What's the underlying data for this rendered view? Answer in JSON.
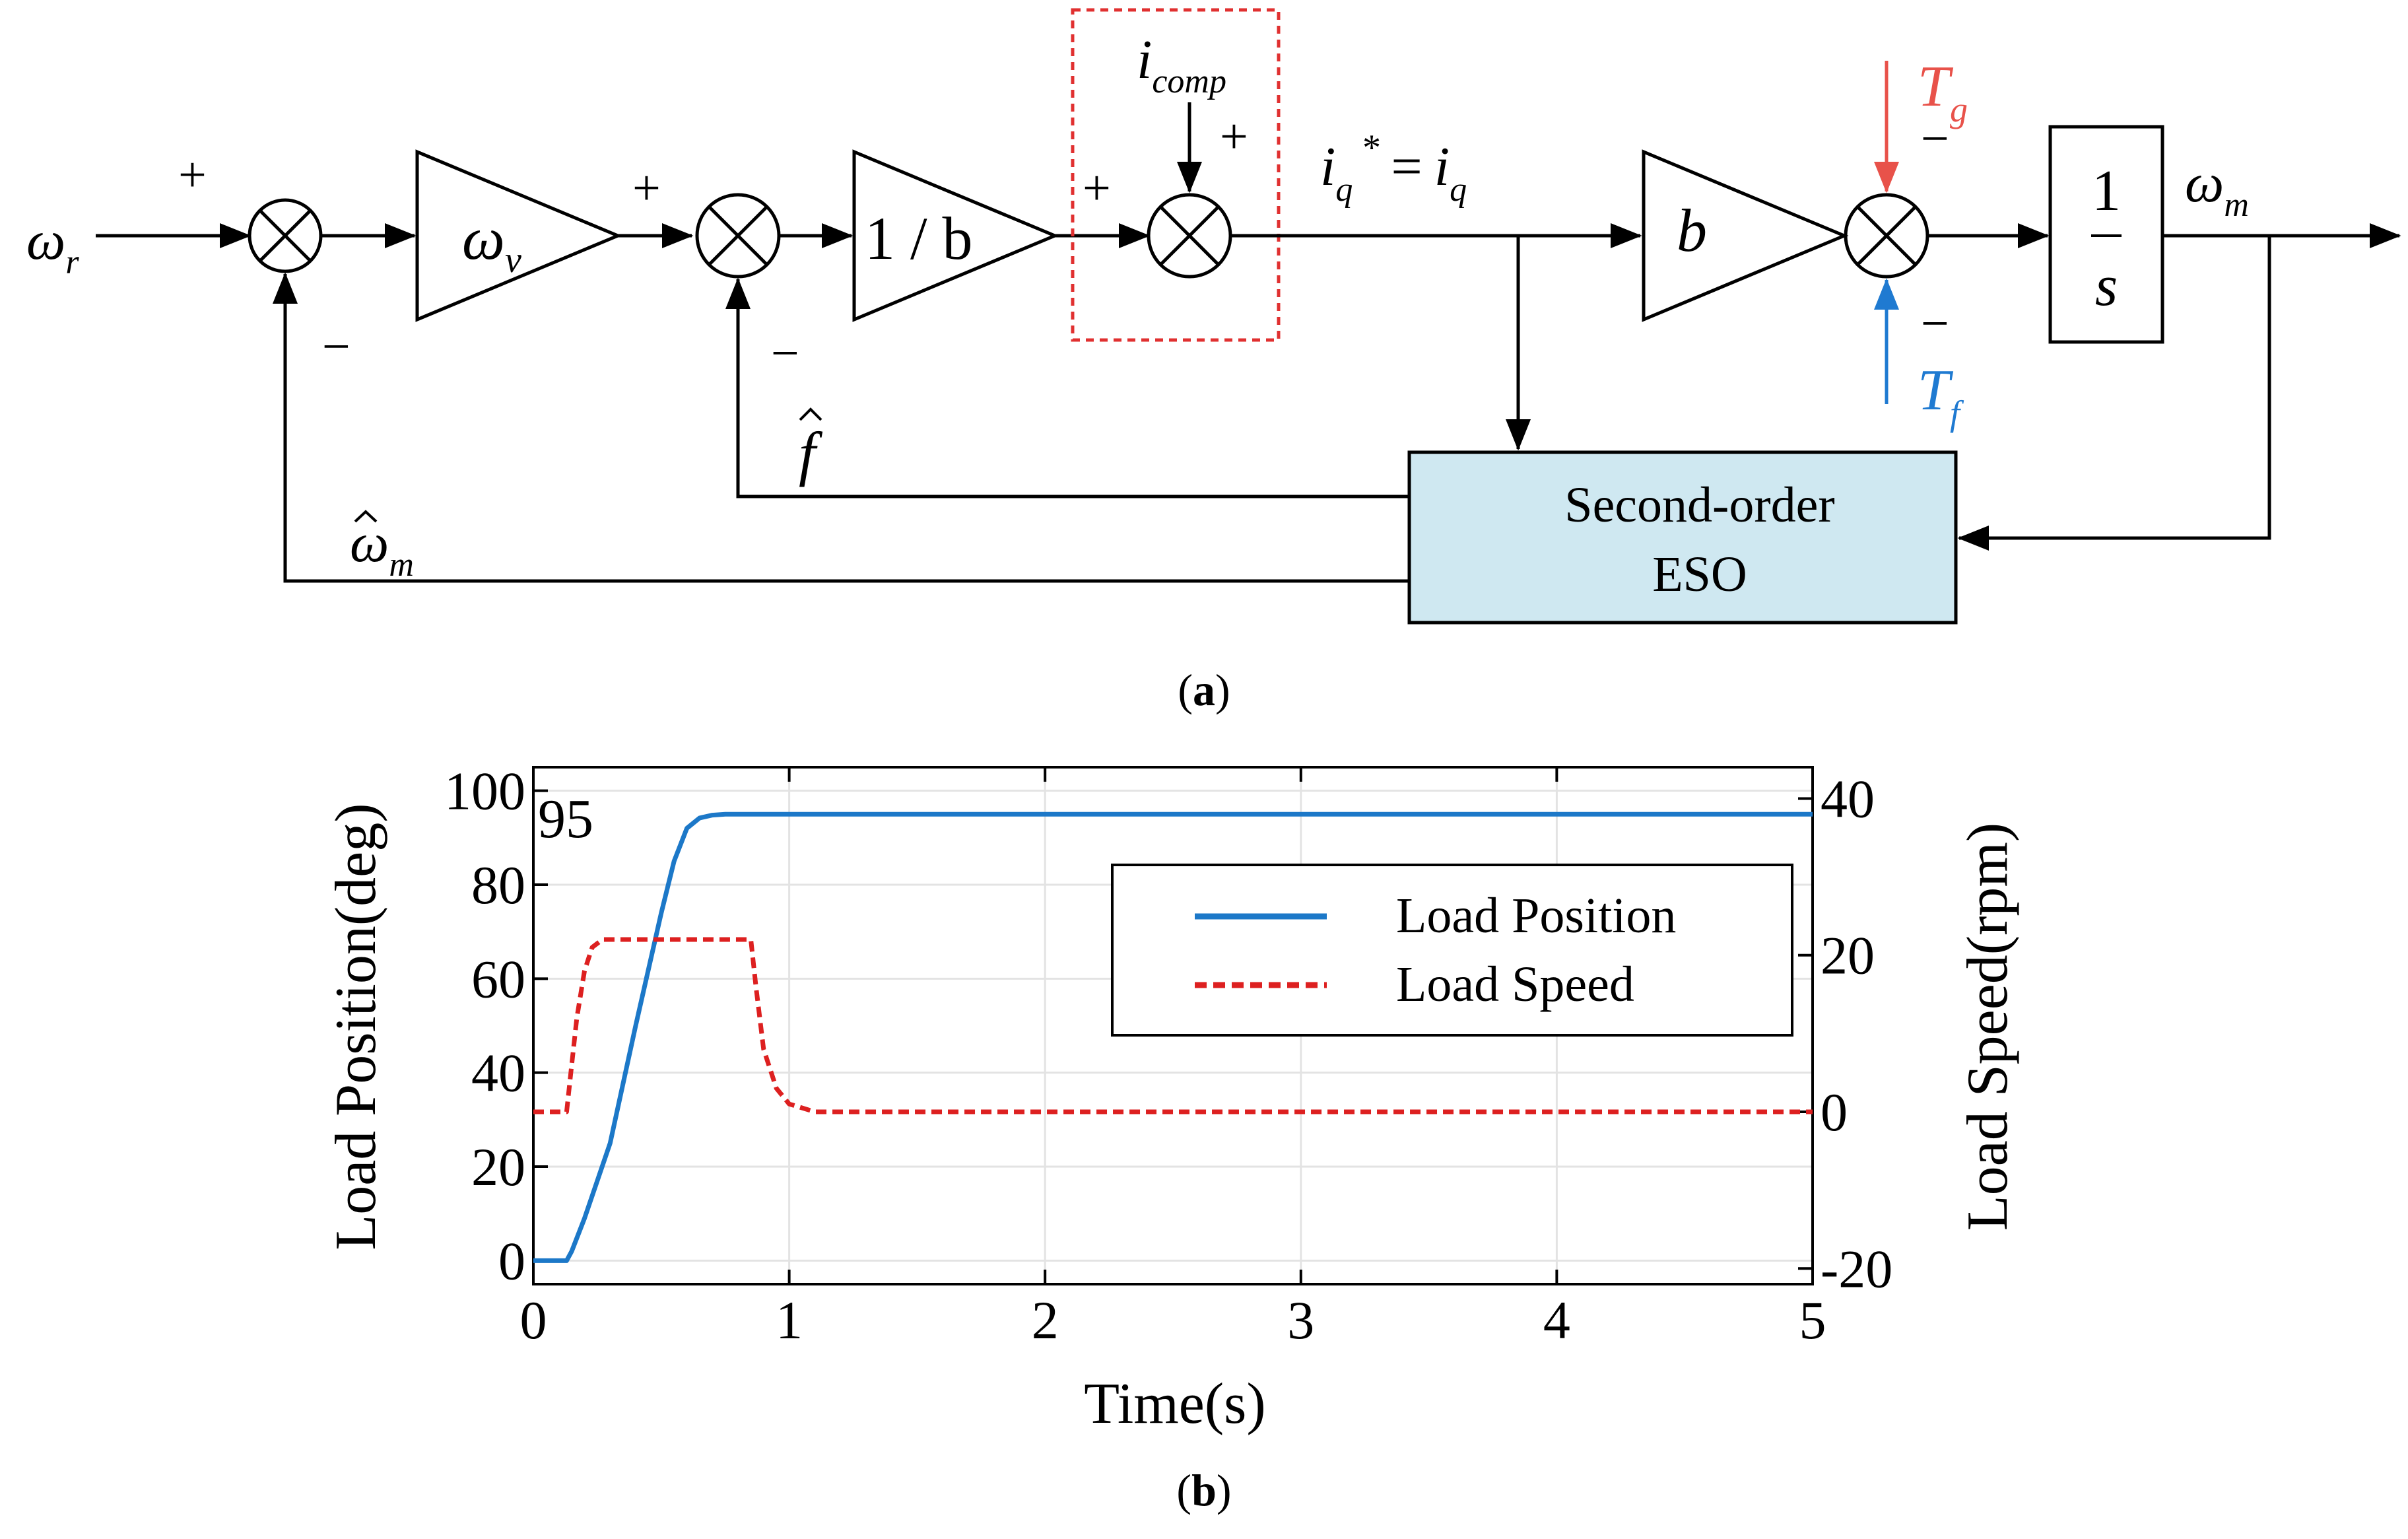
{
  "colors": {
    "line": "#000000",
    "tg_red": "#e8524a",
    "tf_blue": "#1f7ad1",
    "dashed_box": "#e03030",
    "eso_fill": "#cfe8f1",
    "position_line": "#1c78c8",
    "speed_line": "#dd2020",
    "grid": "#e3e3e3"
  },
  "diagram_a": {
    "caption_letter": "a",
    "input_signal": {
      "base": "ω",
      "sub": "r"
    },
    "sum1": {
      "top_sign": "+",
      "bottom_sign": "−"
    },
    "gain_wv": {
      "base": "ω",
      "sub": "v"
    },
    "sum2": {
      "top_sign": "+",
      "bottom_sign": "−"
    },
    "gain_inv_b": "1 / b",
    "comp_current": {
      "base": "i",
      "sub": "comp"
    },
    "sum3": {
      "left_sign": "+",
      "top_sign": "+"
    },
    "iq_equation": {
      "lhs_base": "i",
      "lhs_sub": "q",
      "lhs_sup": "*",
      "eq": "=",
      "rhs_base": "i",
      "rhs_sub": "q"
    },
    "gain_b": "b",
    "sum4": {
      "top_sign": "−",
      "bottom_sign": "−"
    },
    "tg": {
      "base": "T",
      "sub": "g"
    },
    "tf": {
      "base": "T",
      "sub": "f"
    },
    "integrator": {
      "num": "1",
      "den": "s"
    },
    "output_signal": {
      "base": "ω",
      "sub": "m"
    },
    "eso_label_line1": "Second-order",
    "eso_label_line2": "ESO",
    "f_hat": "f",
    "w_hat": {
      "base": "ω",
      "sub": "m"
    }
  },
  "chart_data": {
    "type": "line",
    "caption_letter": "b",
    "annotation": "95",
    "xlabel": "Time(s)",
    "ylabel_left": "Load Position(deg)",
    "ylabel_right": "Load Speed(rpm)",
    "xlim": [
      0,
      5
    ],
    "ylim_left": [
      -5,
      105
    ],
    "ylim_right": [
      -22,
      44
    ],
    "x_ticks": [
      0,
      1,
      2,
      3,
      4,
      5
    ],
    "y_ticks_left": [
      0,
      20,
      40,
      60,
      80,
      100
    ],
    "y_ticks_right": [
      -20,
      0,
      20,
      40
    ],
    "grid": true,
    "legend_position": "top-right",
    "series": [
      {
        "name": "Load Position",
        "axis": "left",
        "style": "solid",
        "x": [
          0,
          0.13,
          0.15,
          0.2,
          0.3,
          0.4,
          0.5,
          0.55,
          0.6,
          0.65,
          0.7,
          0.75,
          0.85,
          1,
          2,
          3,
          4,
          5
        ],
        "y": [
          0,
          0,
          2,
          9,
          25,
          50,
          74,
          85,
          92,
          94.2,
          94.8,
          95,
          95,
          95,
          95,
          95,
          95,
          95
        ]
      },
      {
        "name": "Load Speed",
        "axis": "right",
        "style": "dashed",
        "x": [
          0,
          0.13,
          0.15,
          0.17,
          0.2,
          0.23,
          0.27,
          0.3,
          0.5,
          0.7,
          0.85,
          0.87,
          0.9,
          0.95,
          1.0,
          1.1,
          1.5,
          2,
          3,
          4,
          5
        ],
        "y": [
          0,
          0,
          6,
          12,
          18,
          21,
          22,
          22,
          22,
          22,
          22,
          16,
          8,
          3,
          1,
          0,
          0,
          0,
          0,
          0,
          0
        ]
      }
    ]
  }
}
